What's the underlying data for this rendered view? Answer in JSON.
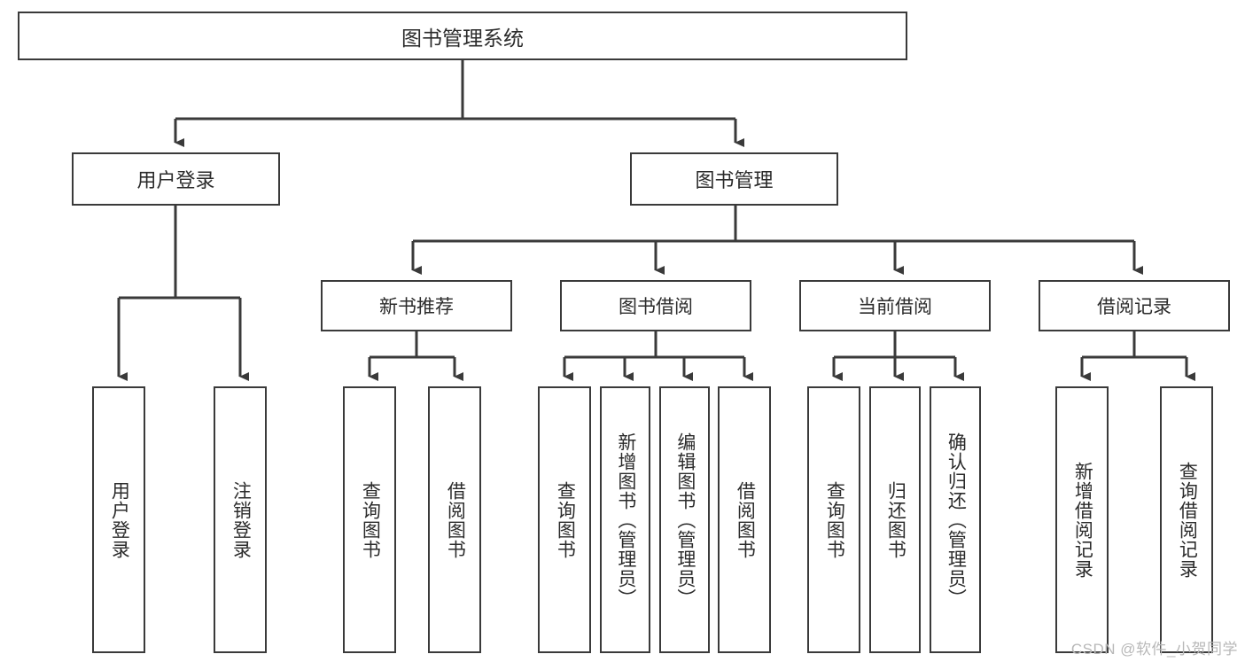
{
  "diagram": {
    "title": "图书管理系统",
    "type": "tree-hierarchy",
    "root": {
      "label": "图书管理系统"
    },
    "level2": [
      {
        "label": "用户登录"
      },
      {
        "label": "图书管理"
      }
    ],
    "level3": [
      {
        "label": "新书推荐"
      },
      {
        "label": "图书借阅"
      },
      {
        "label": "当前借阅"
      },
      {
        "label": "借阅记录"
      }
    ],
    "leaves": {
      "user_login": [
        {
          "label": "用户登录"
        },
        {
          "label": "注销登录"
        }
      ],
      "new_book_recommend": [
        {
          "label": "查询图书"
        },
        {
          "label": "借阅图书"
        }
      ],
      "book_borrow": [
        {
          "label": "查询图书"
        },
        {
          "label": "新增图书（管理员）"
        },
        {
          "label": "编辑图书（管理员）"
        },
        {
          "label": "借阅图书"
        }
      ],
      "current_borrow": [
        {
          "label": "查询图书"
        },
        {
          "label": "归还图书"
        },
        {
          "label": "确认归还（管理员）"
        }
      ],
      "borrow_record": [
        {
          "label": "新增借阅记录"
        },
        {
          "label": "查询借阅记录"
        }
      ]
    }
  },
  "watermark": {
    "text": "CSDN @软件_小贺同学"
  },
  "colors": {
    "stroke": "#3a3a3a",
    "text": "#2b2b2b",
    "background": "#ffffff",
    "watermark": "#b8b8b8"
  }
}
